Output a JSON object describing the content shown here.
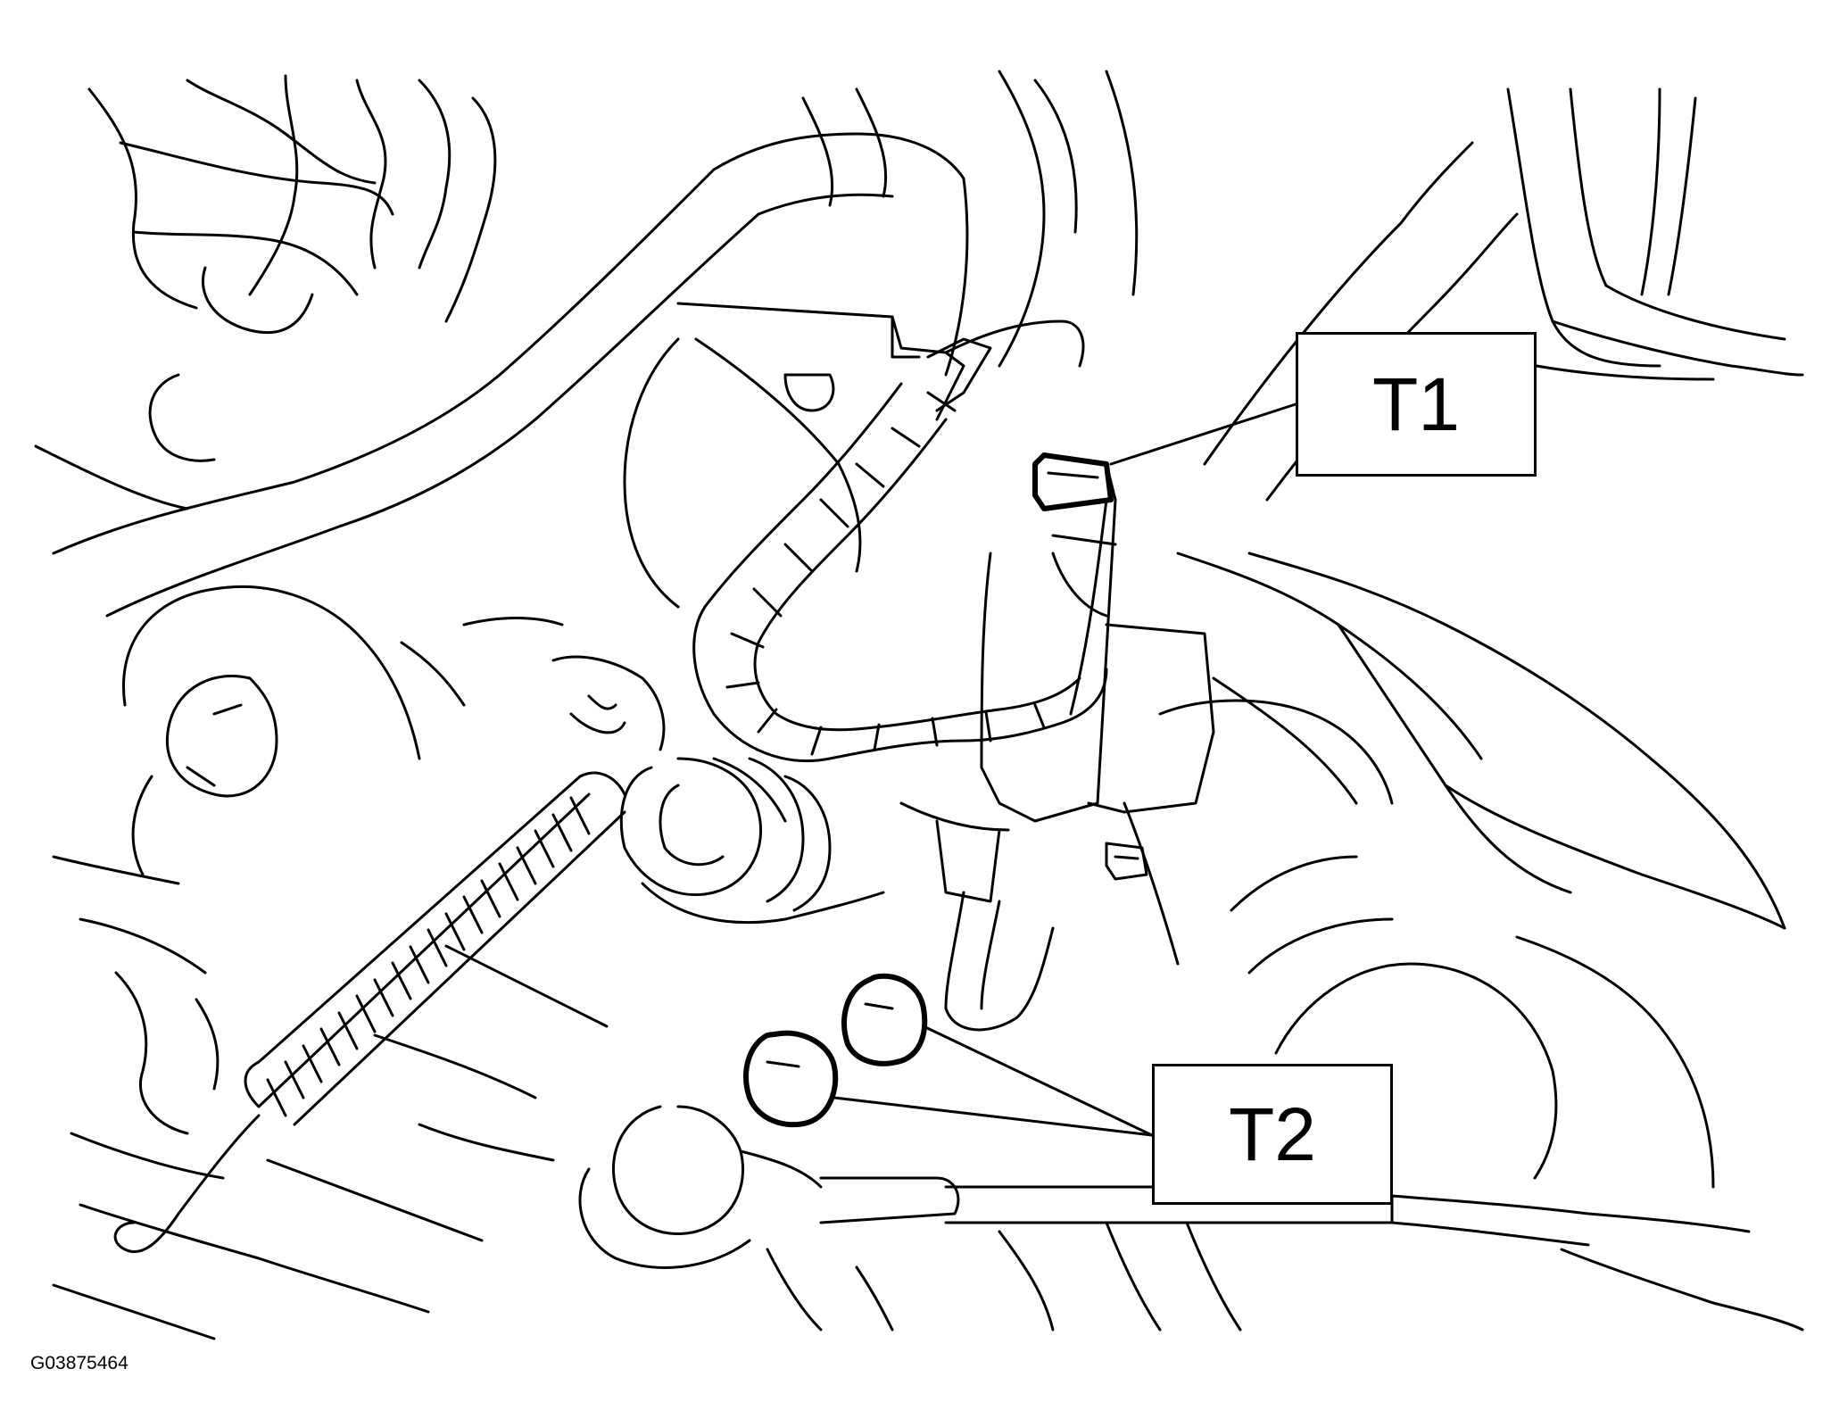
{
  "callouts": {
    "t1": "T1",
    "t2": "T2"
  },
  "figure_id": "G03875464",
  "colors": {
    "line": "#000000",
    "background": "#ffffff"
  }
}
